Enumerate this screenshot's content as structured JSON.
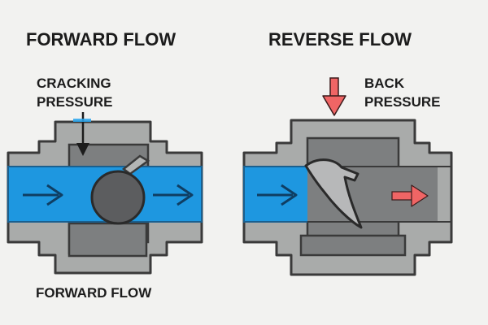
{
  "colors": {
    "background": "#f2f2f0",
    "valve_body": "#a9abaa",
    "valve_outline": "#3a3a3a",
    "chamber": "#7d7f80",
    "fluid": "#1e97e0",
    "ball": "#5c5d5f",
    "flow_arrow": "#2aa6ee",
    "pressure_arrow": "#f06565",
    "text": "#1c1c1c"
  },
  "forward": {
    "title": "FORWARD FLOW",
    "label_line1": "CRACKING",
    "label_line2": "PRESSURE",
    "caption": "FORWARD FLOW",
    "label_arrow_icon": "down-arrow-icon",
    "flow_arrow_icon": "right-arrow-icon",
    "closure_icon": "ball-icon"
  },
  "reverse": {
    "title": "REVERSE FLOW",
    "label_line1": "BACK",
    "label_line2": "PRESSURE",
    "label_arrow_icon": "down-arrow-icon",
    "flow_arrow_icon": "right-arrow-icon",
    "closure_icon": "flap-icon"
  }
}
